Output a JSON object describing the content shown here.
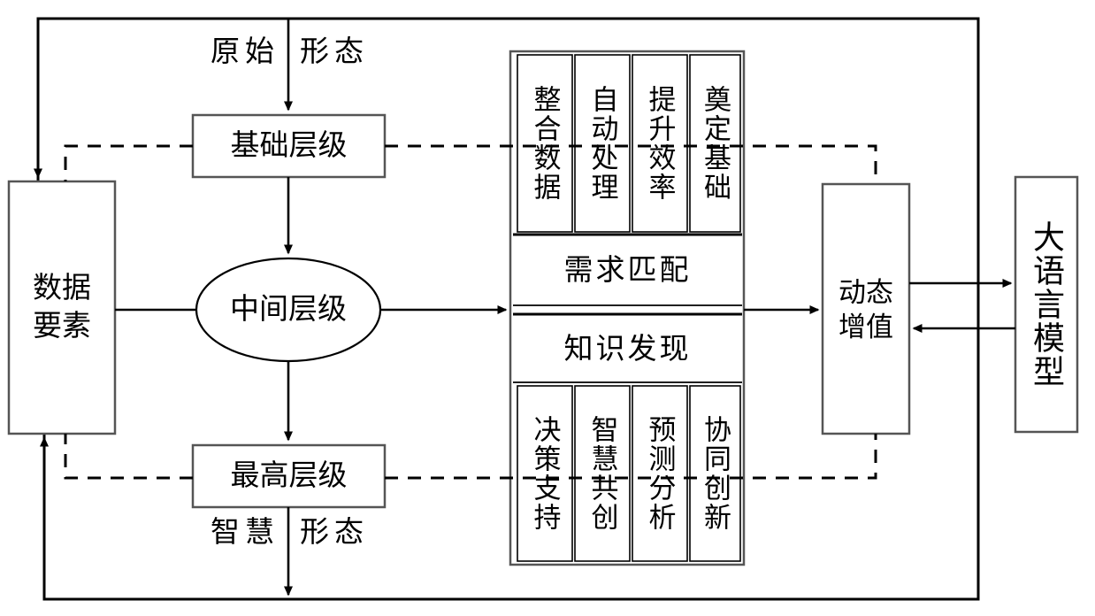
{
  "diagram": {
    "title_present": false,
    "nodes": {
      "data_element": {
        "label": "数据要素",
        "line1": "数据",
        "line2": "要素",
        "shape": "rectangle"
      },
      "basic_level": {
        "label": "基础层级",
        "shape": "rectangle"
      },
      "middle_level": {
        "label": "中间层级",
        "shape": "ellipse"
      },
      "top_level": {
        "label": "最高层级",
        "shape": "rectangle"
      },
      "dynamic_value": {
        "label": "动态增值",
        "line1": "动态",
        "line2": "增值",
        "shape": "rectangle"
      },
      "llm": {
        "label": "大语言模型",
        "shape": "rectangle",
        "orientation": "vertical"
      }
    },
    "edge_labels": {
      "raw_form_left": "原始",
      "raw_form_right": "形态",
      "wisdom_form_left": "智慧",
      "wisdom_form_right": "形态"
    },
    "matrix": {
      "top_row": [
        {
          "text": "整合数据",
          "orientation": "vertical"
        },
        {
          "text": "自动处理",
          "orientation": "vertical"
        },
        {
          "text": "提升效率",
          "orientation": "vertical"
        },
        {
          "text": "奠定基础",
          "orientation": "vertical"
        }
      ],
      "middle_rows": [
        {
          "text": "需求匹配",
          "orientation": "horizontal"
        },
        {
          "text": "知识发现",
          "orientation": "horizontal"
        }
      ],
      "bottom_row": [
        {
          "text": "决策支持",
          "orientation": "vertical"
        },
        {
          "text": "智慧共创",
          "orientation": "vertical"
        },
        {
          "text": "预测分析",
          "orientation": "vertical"
        },
        {
          "text": "协同创新",
          "orientation": "vertical"
        }
      ]
    },
    "colors": {
      "stroke": "#000000",
      "box_stroke": "#555555",
      "background": "#ffffff",
      "text": "#000000"
    },
    "line_styles": {
      "solid": "solid arrow connector",
      "dashed": "dashed association connector"
    }
  }
}
